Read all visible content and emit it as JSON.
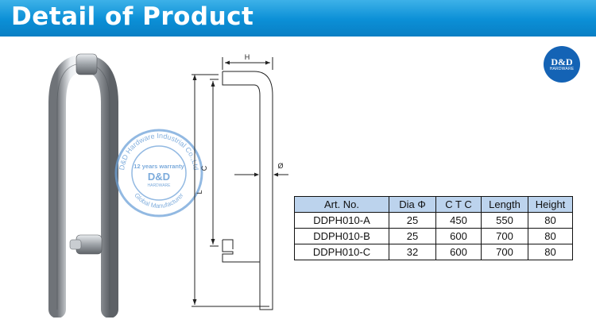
{
  "banner": {
    "title": "Detail of Product",
    "color_top": "#3db1e8",
    "color_bottom": "#0a7fc4"
  },
  "logo": {
    "brand": "D&D",
    "sub": "HARDWARE",
    "color": "#1463b5"
  },
  "stamp": {
    "arc_top": "D&D Hardware Industrial Co.,Ltd",
    "warranty": "12 years warranty",
    "brand": "D&D",
    "sub": "HARDWARE",
    "arc_bottom": "Global Manufacturer",
    "color": "#6ea2d8"
  },
  "drawing": {
    "label_h": "H",
    "label_c": "C",
    "label_l": "L",
    "label_dia": "Ø"
  },
  "spec_table": {
    "header_color": "#bcd3ed",
    "columns": [
      "Art. No.",
      "Dia Φ",
      "C T C",
      "Length",
      "Height"
    ],
    "rows": [
      [
        "DDPH010-A",
        "25",
        "450",
        "550",
        "80"
      ],
      [
        "DDPH010-B",
        "25",
        "600",
        "700",
        "80"
      ],
      [
        "DDPH010-C",
        "32",
        "600",
        "700",
        "80"
      ]
    ]
  }
}
